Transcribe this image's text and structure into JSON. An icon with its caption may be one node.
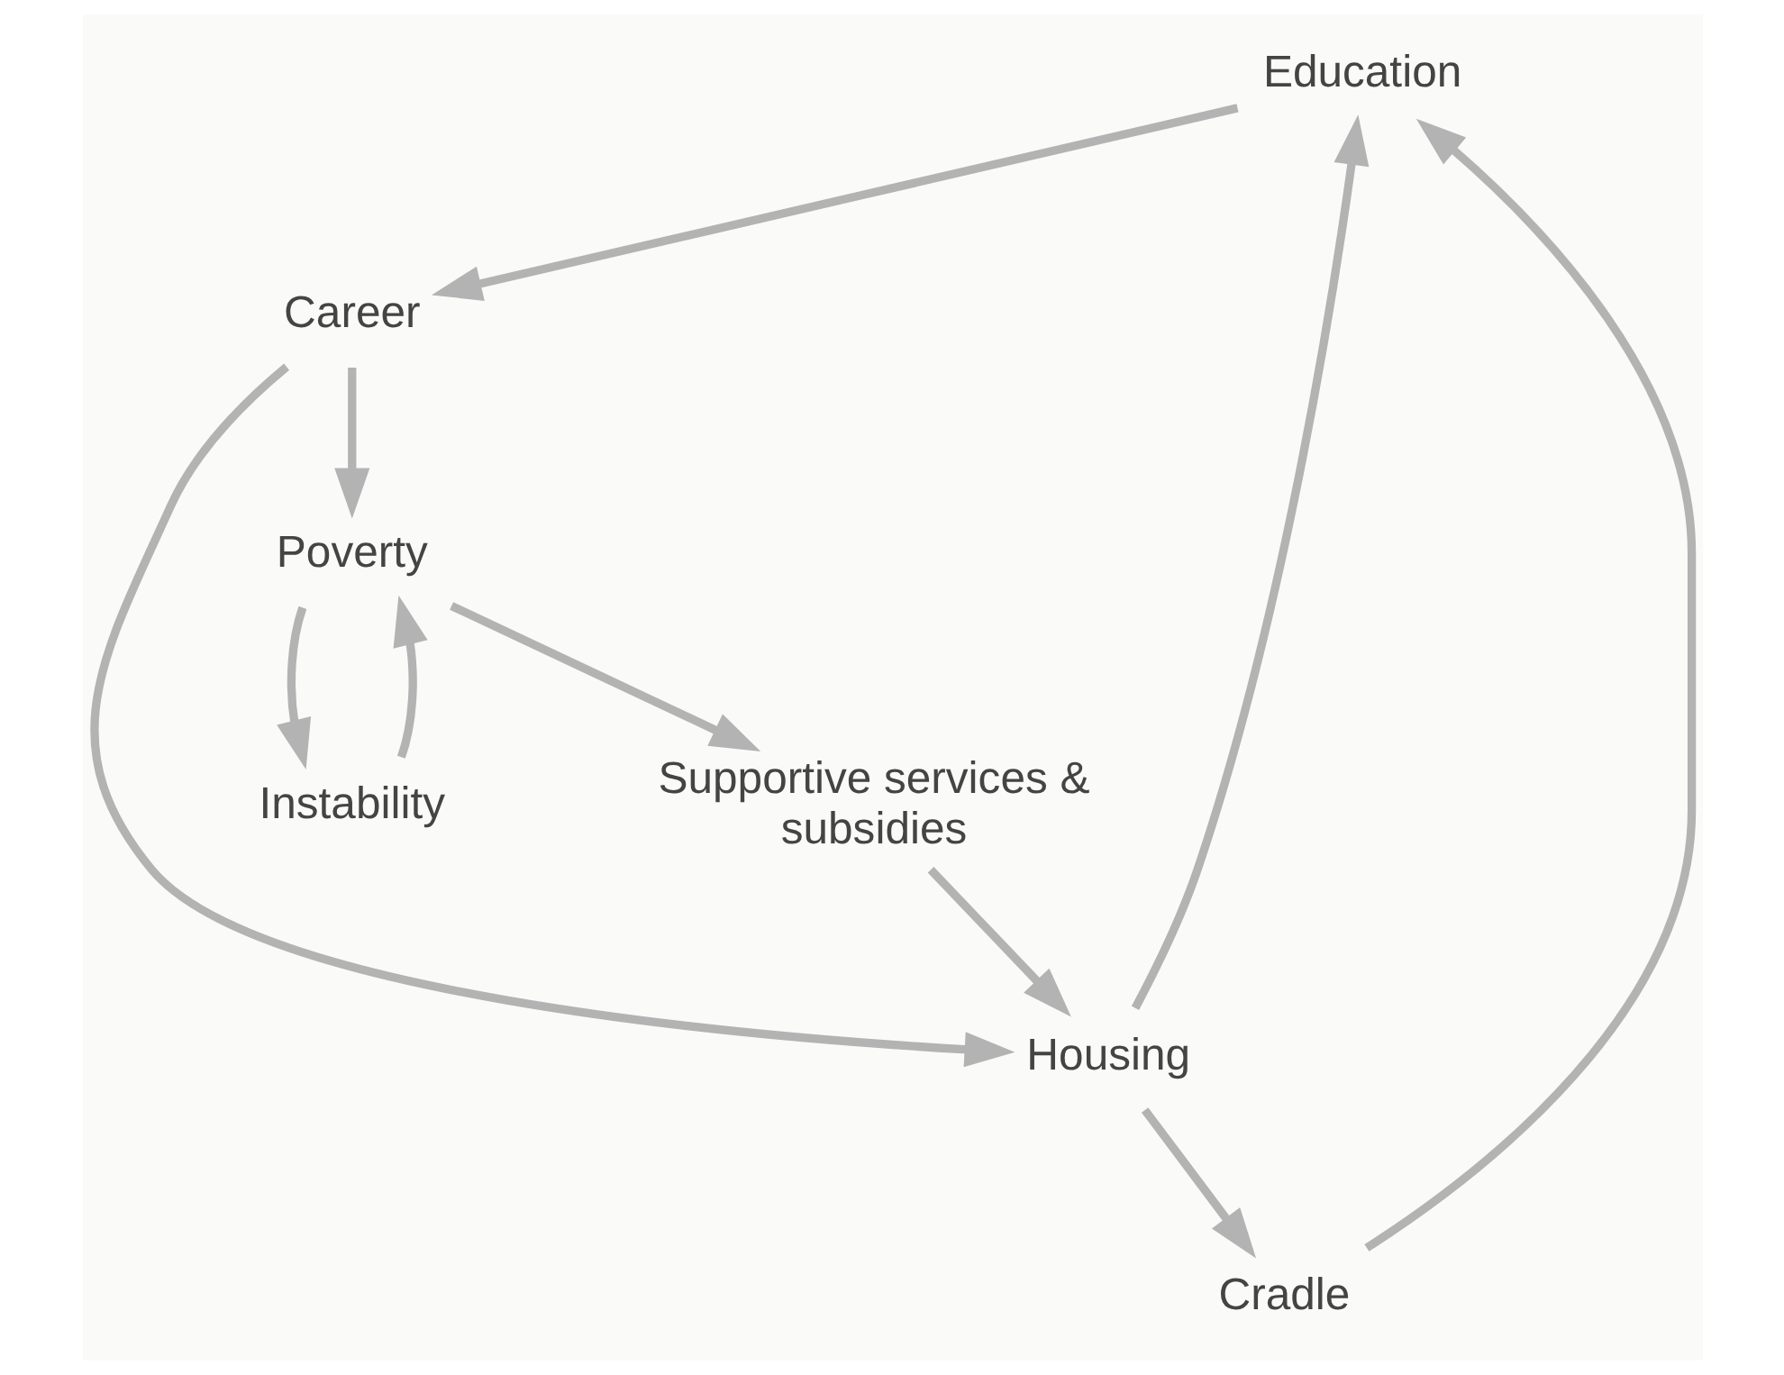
{
  "diagram": {
    "nodes": [
      {
        "text": [
          "Education"
        ]
      },
      {
        "text": [
          "Cradle"
        ]
      },
      {
        "text": [
          "Career"
        ]
      },
      {
        "text": [
          "Housing"
        ]
      },
      {
        "text": [
          "Poverty"
        ]
      },
      {
        "text": [
          "Instability"
        ]
      },
      {
        "text": [
          "Supportive services & subsidies"
        ]
      }
    ],
    "edges": [
      {
        "from": 1,
        "to": 0,
        "arrow": "to"
      },
      {
        "from": 0,
        "to": 2,
        "arrow": "to"
      },
      {
        "from": 2,
        "to": 3,
        "arrow": "to"
      },
      {
        "from": 2,
        "to": 4,
        "arrow": "to"
      },
      {
        "from": 3,
        "to": 1,
        "arrow": "to"
      },
      {
        "from": 3,
        "to": 0,
        "arrow": "to"
      },
      {
        "from": 4,
        "to": 5,
        "arrow": "to"
      },
      {
        "from": 5,
        "to": 4,
        "arrow": "to"
      },
      {
        "from": 4,
        "to": 6,
        "arrow": "to"
      },
      {
        "from": 6,
        "to": 3,
        "arrow": "to"
      }
    ]
  }
}
